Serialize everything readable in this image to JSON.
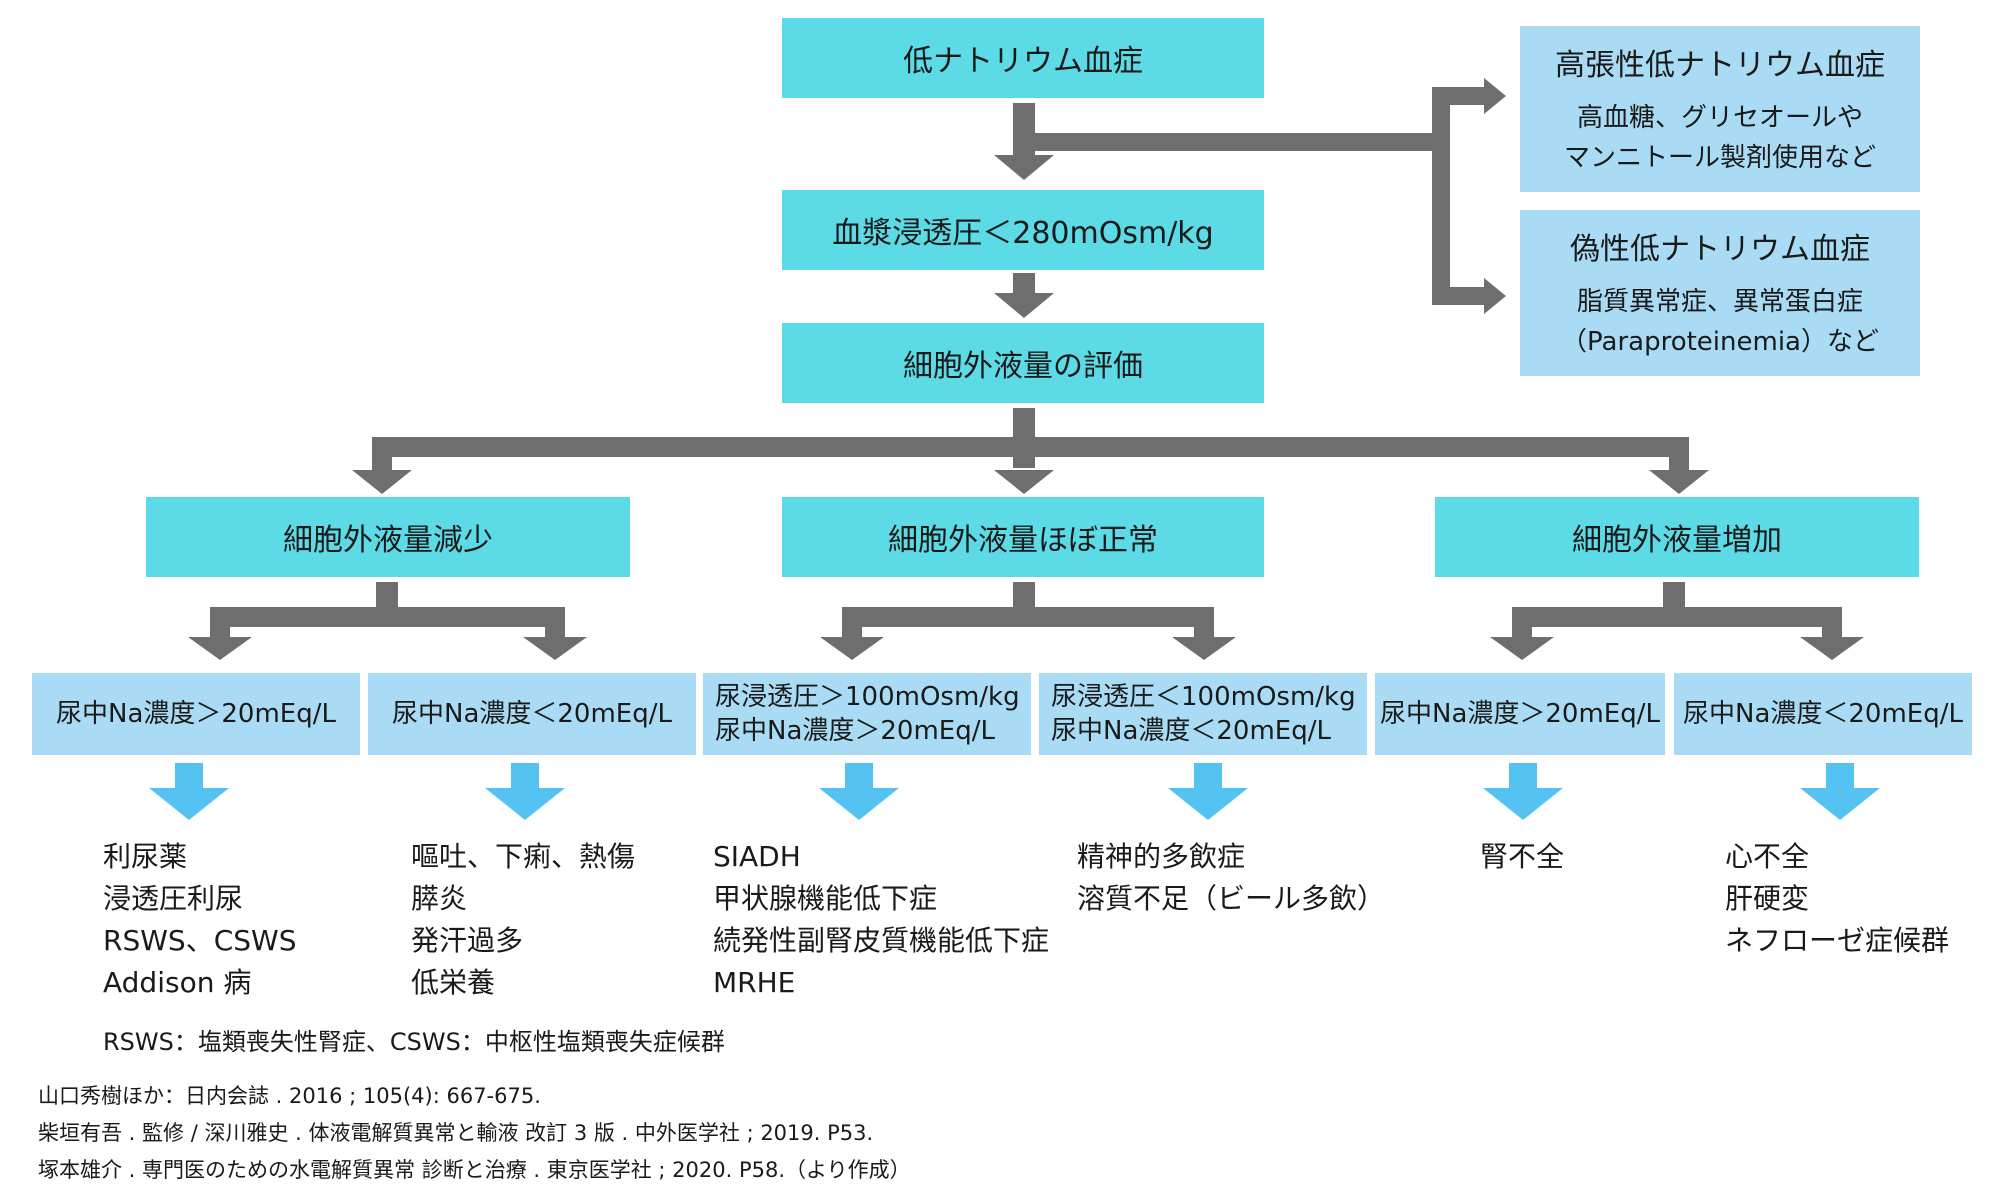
{
  "top": "低ナトリウム血症",
  "plasma": "血漿浸透圧＜280mOsm/kg",
  "eval": "細胞外液量の評価",
  "hypertonic": {
    "title": "高張性低ナトリウム血症",
    "lines": [
      "高血糖、グリセオールや",
      "マンニトール製剤使用など"
    ]
  },
  "pseudo": {
    "title": "偽性低ナトリウム血症",
    "lines": [
      "脂質異常症、異常蛋白症",
      "（Paraproteinemia）など"
    ]
  },
  "categories": [
    "細胞外液量減少",
    "細胞外液量ほぼ正常",
    "細胞外液量増加"
  ],
  "conditions": [
    [
      "尿中Na濃度＞20mEq/L"
    ],
    [
      "尿中Na濃度＜20mEq/L"
    ],
    [
      "尿浸透圧＞100mOsm/kg",
      "尿中Na濃度＞20mEq/L"
    ],
    [
      "尿浸透圧＜100mOsm/kg",
      "尿中Na濃度＜20mEq/L"
    ],
    [
      "尿中Na濃度＞20mEq/L"
    ],
    [
      "尿中Na濃度＜20mEq/L"
    ]
  ],
  "causes": [
    [
      "利尿薬",
      "浸透圧利尿",
      "RSWS、CSWS",
      "Addison 病"
    ],
    [
      "嘔吐、下痢、熱傷",
      "膵炎",
      "発汗過多",
      "低栄養"
    ],
    [
      "SIADH",
      "甲状腺機能低下症",
      "続発性副腎皮質機能低下症",
      "MRHE"
    ],
    [
      "精神的多飲症",
      "溶質不足（ビール多飲）"
    ],
    [
      "腎不全"
    ],
    [
      "心不全",
      "肝硬変",
      "ネフローゼ症候群"
    ]
  ],
  "abbrev_note": "RSWS：塩類喪失性腎症、CSWS：中枢性塩類喪失症候群",
  "references": [
    "山口秀樹ほか：日内会誌 . 2016 ; 105(4): 667-675.",
    "柴垣有吾 . 監修 / 深川雅史 . 体液電解質異常と輸液 改訂 3 版 . 中外医学社 ; 2019. P53.",
    "塚本雄介 . 専門医のための水電解質異常 診断と治療 . 東京医学社 ; 2020. P58.（より作成）"
  ],
  "colors": {
    "main_box": "#5cdbe6",
    "sub_box": "#a9dcf4",
    "gray_arrow": "#6e6e6e",
    "blue_arrow": "#55c3f2"
  }
}
